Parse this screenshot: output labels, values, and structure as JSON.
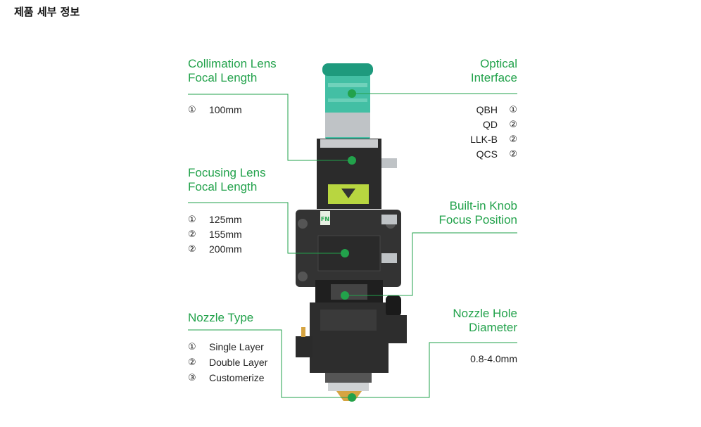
{
  "page": {
    "title": "제품 세부 정보"
  },
  "callouts": {
    "collimation": {
      "title_line1": "Collimation Lens",
      "title_line2": "Focal Length",
      "items": [
        {
          "num": "①",
          "value": "100mm"
        }
      ]
    },
    "focusing": {
      "title_line1": "Focusing Lens",
      "title_line2": "Focal Length",
      "items": [
        {
          "num": "①",
          "value": "125mm"
        },
        {
          "num": "②",
          "value": "155mm"
        },
        {
          "num": "②",
          "value": "200mm"
        }
      ]
    },
    "nozzle_type": {
      "title_line1": "Nozzle Type",
      "items": [
        {
          "num": "①",
          "value": "Single Layer"
        },
        {
          "num": "②",
          "value": "Double Layer"
        },
        {
          "num": "③",
          "value": "Customerize"
        }
      ]
    },
    "optical": {
      "title_line1": "Optical",
      "title_line2": "Interface",
      "items": [
        {
          "num": "①",
          "value": "QBH"
        },
        {
          "num": "②",
          "value": "QD"
        },
        {
          "num": "②",
          "value": "LLK-B"
        },
        {
          "num": "②",
          "value": "QCS"
        }
      ]
    },
    "knob": {
      "title_line1": "Built-in Knob",
      "title_line2": "Focus Position"
    },
    "nozzle_hole": {
      "title_line1": "Nozzle Hole",
      "title_line2": "Diameter",
      "value": "0.8-4.0mm"
    }
  },
  "colors": {
    "accent": "#22a24b",
    "body": "#2b2b2b",
    "protective_film": "#2fb89a"
  },
  "image": {
    "subject": "laser-cutting-head",
    "logo_text": "FN"
  }
}
